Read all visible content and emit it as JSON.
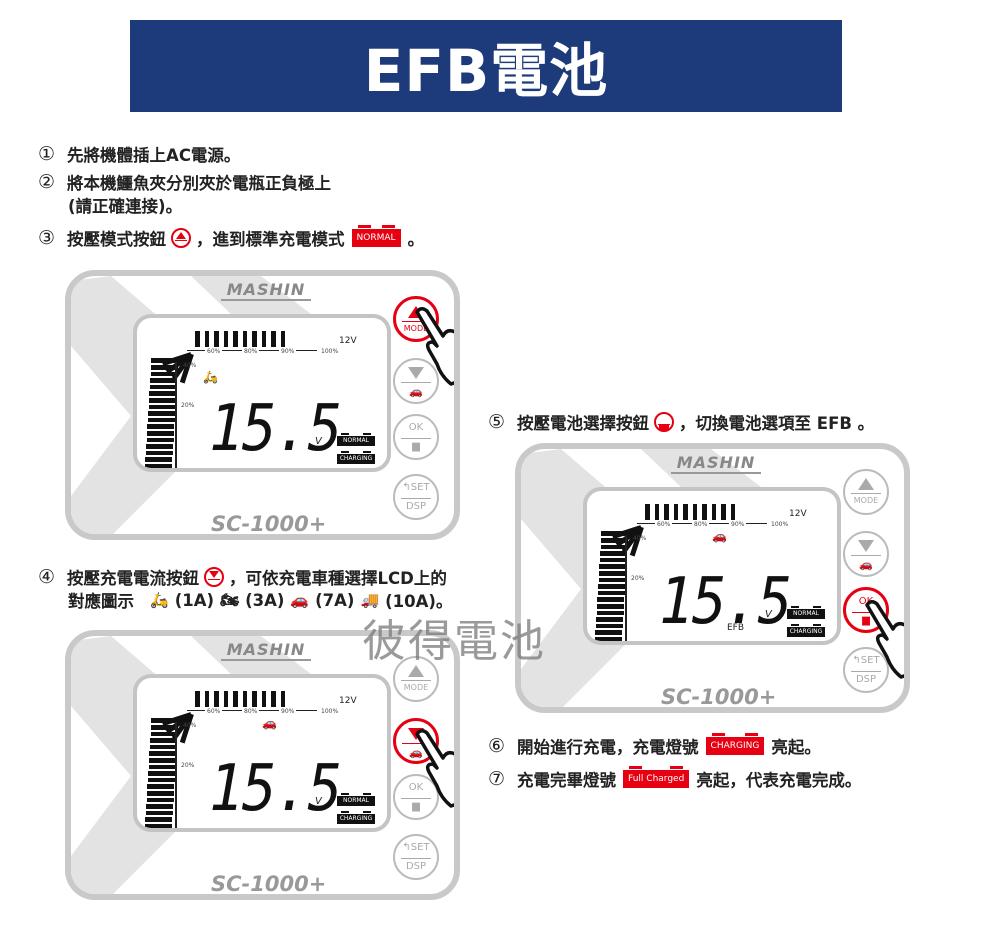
{
  "banner": {
    "title": "EFB電池"
  },
  "steps": {
    "s1": {
      "num": "①",
      "text": "先將機體插上AC電源。"
    },
    "s2": {
      "num": "②",
      "line1": "將本機鱷魚夾分別夾於電瓶正負極上",
      "line2": "(請正確連接)。"
    },
    "s3": {
      "num": "③",
      "pre": "按壓模式按鈕",
      "mid": "，進到標準充電模式",
      "badge": "NORMAL",
      "end": "。"
    },
    "s4": {
      "num": "④",
      "pre": "按壓充電電流按鈕",
      "mid": "，可依充電車種選擇LCD上的",
      "line2": "對應圖示",
      "scooter": "(1A)",
      "motorcycle": "(3A)",
      "car": "(7A)",
      "truck": "(10A)。"
    },
    "s5": {
      "num": "⑤",
      "pre": "按壓電池選擇按鈕",
      "mid": "，切換電池選項至 EFB 。"
    },
    "s6": {
      "num": "⑥",
      "pre": "開始進行充電，充電燈號",
      "badge": "CHARGING",
      "end": "亮起。"
    },
    "s7": {
      "num": "⑦",
      "pre": "充電完畢燈號",
      "badge": "Full Charged",
      "end": "亮起，代表充電完成。"
    }
  },
  "watermark": "彼得電池",
  "device": {
    "brand": "MASHIN",
    "model": "SC-1000+",
    "system_voltage": "12V",
    "reading": "15.5",
    "unit": "V",
    "percents": [
      "20%",
      "40%",
      "60%",
      "80%",
      "90%",
      "100%"
    ],
    "status_normal": "NORMAL",
    "status_charging": "CHARGING",
    "btn_mode": "MODE",
    "btn_ok": "OK",
    "btn_set": "SET",
    "btn_dsp": "DSP"
  },
  "devices": [
    {
      "id": "step3",
      "vehicle": "scooter-icon",
      "active": "mode"
    },
    {
      "id": "step5",
      "vehicle": "car-icon",
      "active": "ok",
      "battery_type": "EFB"
    },
    {
      "id": "step4",
      "vehicle": "car-icon",
      "active": "down"
    }
  ],
  "colors": {
    "banner": "#1d3a7a",
    "accent": "#e60012"
  }
}
